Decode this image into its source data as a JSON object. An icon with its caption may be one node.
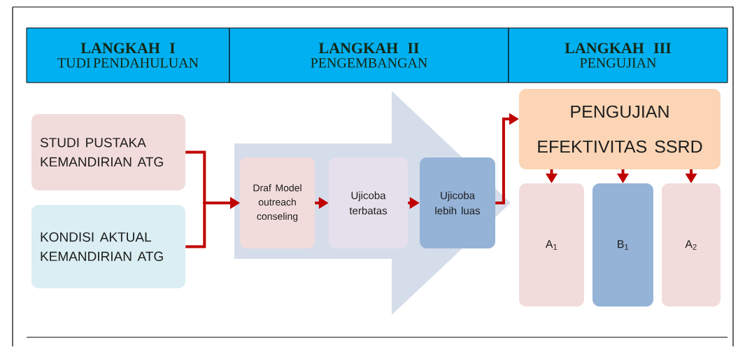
{
  "diagram": {
    "nodes": [
      {
        "text": [
          "LANGKAH I",
          "TUDI PENDAHULUAN"
        ]
      },
      {
        "text": [
          "LANGKAH II",
          "PENGEMBANGAN"
        ]
      },
      {
        "text": [
          "LANGKAH III",
          "PENGUJIAN"
        ]
      },
      {
        "text": [
          "STUDI PUSTAKA KEMANDIRIAN ATG"
        ]
      },
      {
        "text": [
          "KONDISI AKTUAL KEMANDIRIAN ATG"
        ]
      },
      {
        "text": [],
        "shape": "arrow"
      },
      {
        "text": [
          "Draf Model outreach conseling"
        ],
        "in": 5
      },
      {
        "text": [
          "Ujicoba terbatas"
        ],
        "in": 5
      },
      {
        "text": [
          "Ujicoba lebih luas"
        ],
        "in": 5
      },
      {
        "text": [
          "PENGUJIAN EFEKTIVITAS SSRD"
        ]
      },
      {
        "text": [
          "A$_{1}$"
        ]
      },
      {
        "text": [
          "B$_{1}$"
        ]
      },
      {
        "text": [
          "A$_{2}$"
        ]
      }
    ],
    "edges": [
      {
        "from": 3,
        "to": 6,
        "arrow": "to"
      },
      {
        "from": 4,
        "to": 6,
        "arrow": "to"
      },
      {
        "from": 6,
        "to": 7,
        "arrow": "to"
      },
      {
        "from": 7,
        "to": 8,
        "arrow": "to"
      },
      {
        "from": 8,
        "to": 9,
        "arrow": "to"
      },
      {
        "from": 9,
        "to": 10,
        "arrow": "to"
      },
      {
        "from": 9,
        "to": 11,
        "arrow": "to"
      },
      {
        "from": 9,
        "to": 12,
        "arrow": "to"
      }
    ]
  }
}
